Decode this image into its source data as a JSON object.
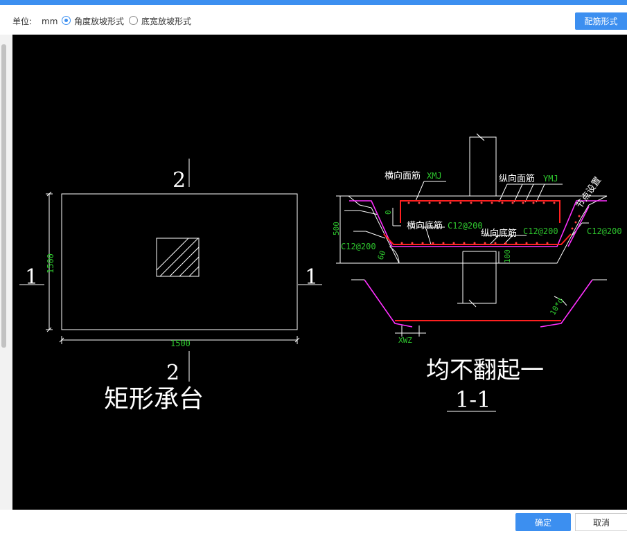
{
  "toolbar": {
    "unit_label": "单位:",
    "unit_value": "mm",
    "options": [
      {
        "label": "角度放坡形式",
        "checked": true
      },
      {
        "label": "底宽放坡形式",
        "checked": false
      }
    ],
    "rebar_button": "配筋形式"
  },
  "drawing": {
    "plan": {
      "section_mark_top": "2",
      "section_mark_bottom": "2",
      "section_mark_left": "1",
      "section_mark_right": "1",
      "dim_height": "1500",
      "dim_width": "1500",
      "caption": "矩形承台"
    },
    "section": {
      "label_top_transverse": "横向面筋",
      "code_top_transverse": "XMJ",
      "label_top_longitudinal": "纵向面筋",
      "code_top_longitudinal": "YMJ",
      "label_node": "节点设置",
      "label_bottom_transverse": "横向底筋",
      "spec_bottom_transverse": "C12@200",
      "label_bottom_longitudinal": "纵向底筋",
      "spec_bottom_longitudinal": "C12@200",
      "spec_right": "C12@200",
      "spec_left": "C12@200",
      "dim_zero": "0",
      "dim_500": "500",
      "dim_angle": "60",
      "dim_100": "100",
      "dim_anchor": "10*d",
      "dim_xwz": "XWZ",
      "note": "均不翻起一",
      "title": "1-1"
    }
  },
  "footer": {
    "ok": "确定",
    "cancel": "取消"
  }
}
